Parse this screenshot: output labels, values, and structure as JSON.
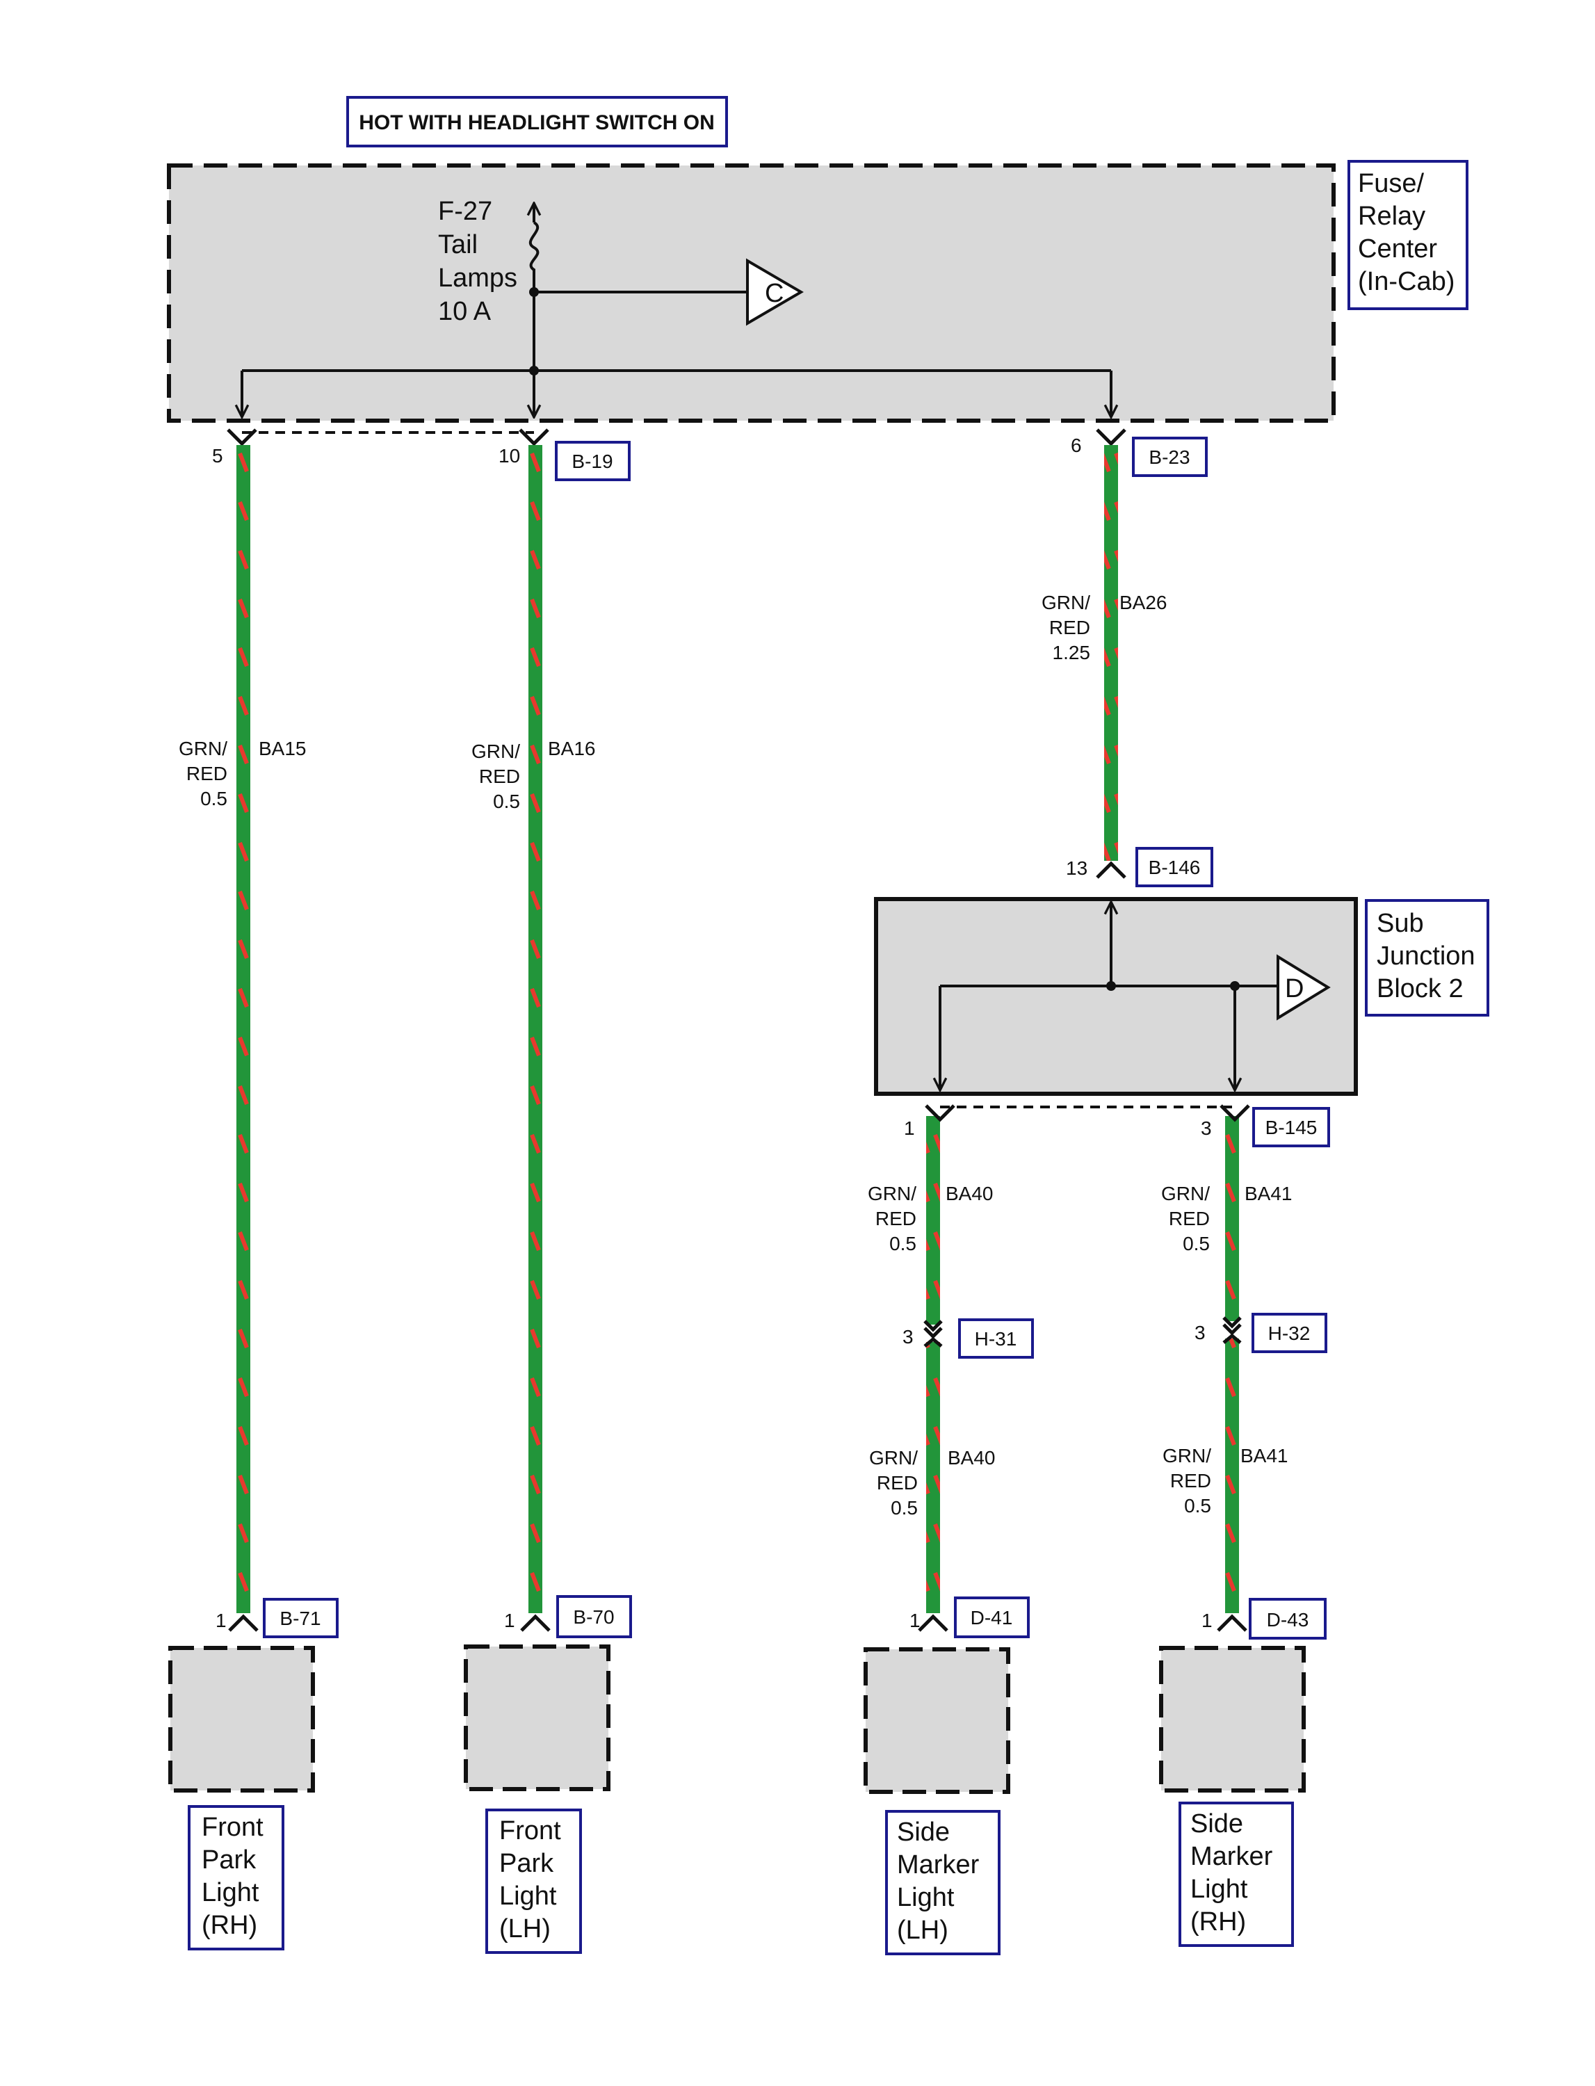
{
  "header": {
    "hot_label": "HOT WITH HEADLIGHT SWITCH ON"
  },
  "fuse_relay_center": {
    "name_lines": [
      "Fuse/",
      "Relay",
      "Center",
      "(In-Cab)"
    ],
    "fuse_lines": [
      "F-27",
      "Tail",
      "Lamps",
      "10 A"
    ],
    "offpage_connector": "C"
  },
  "sub_junction_block": {
    "name_lines": [
      "Sub",
      "Junction",
      "Block 2"
    ],
    "offpage_connector": "D"
  },
  "connectors": {
    "b19": {
      "id": "B-19",
      "pin_a": "5",
      "pin_b": "10"
    },
    "b23": {
      "id": "B-23",
      "pin": "6"
    },
    "b146": {
      "id": "B-146",
      "pin": "13"
    },
    "b145": {
      "id": "B-145",
      "pin_a": "1",
      "pin_b": "3"
    },
    "h31": {
      "id": "H-31",
      "pin": "3"
    },
    "h32": {
      "id": "H-32",
      "pin": "3"
    },
    "b71": {
      "id": "B-71",
      "pin": "1"
    },
    "b70": {
      "id": "B-70",
      "pin": "1"
    },
    "d41": {
      "id": "D-41",
      "pin": "1"
    },
    "d43": {
      "id": "D-43",
      "pin": "1"
    }
  },
  "wires": {
    "ba15": {
      "circuit": "BA15",
      "color_lines": [
        "GRN/",
        "RED",
        "0.5"
      ]
    },
    "ba16": {
      "circuit": "BA16",
      "color_lines": [
        "GRN/",
        "RED",
        "0.5"
      ]
    },
    "ba26": {
      "circuit": "BA26",
      "color_lines": [
        "GRN/",
        "RED",
        "1.25"
      ]
    },
    "ba40_upper": {
      "circuit": "BA40",
      "color_lines": [
        "GRN/",
        "RED",
        "0.5"
      ]
    },
    "ba41_upper": {
      "circuit": "BA41",
      "color_lines": [
        "GRN/",
        "RED",
        "0.5"
      ]
    },
    "ba40_lower": {
      "circuit": "BA40",
      "color_lines": [
        "GRN/",
        "RED",
        "0.5"
      ]
    },
    "ba41_lower": {
      "circuit": "BA41",
      "color_lines": [
        "GRN/",
        "RED",
        "0.5"
      ]
    }
  },
  "components": {
    "front_park_rh": {
      "lines": [
        "Front",
        "Park",
        "Light",
        "(RH)"
      ]
    },
    "front_park_lh": {
      "lines": [
        "Front",
        "Park",
        "Light",
        "(LH)"
      ]
    },
    "side_marker_lh": {
      "lines": [
        "Side",
        "Marker",
        "Light",
        "(LH)"
      ]
    },
    "side_marker_rh": {
      "lines": [
        "Side",
        "Marker",
        "Light",
        "(RH)"
      ]
    }
  },
  "colors": {
    "wire_green": "#22953a",
    "wire_stripe": "#e8392e",
    "box_fill": "#d9d9d9",
    "label_border": "#1a1a8c",
    "line": "#111111"
  }
}
